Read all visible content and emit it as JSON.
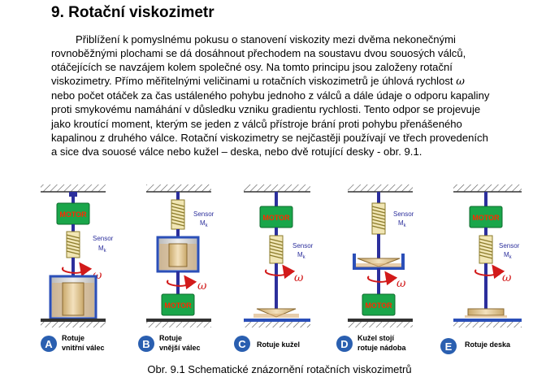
{
  "document": {
    "title": "9. Rotační viskozimetr",
    "paragraph_lines": [
      "Přiblížení k pomyslnému pokusu o stanovení viskozity mezi dvěma nekonečnými",
      "rovnoběžnými plochami se dá dosáhnout přechodem na soustavu dvou souosých válců,",
      "otáčejících se navzájem kolem společné osy. Na tomto principu jsou založeny rotační",
      "viskozimetry. Přímo měřitelnými veličinami u rotačních viskozimetrů je úhlová rychlost",
      "nebo počet otáček za čas ustáleného pohybu jednoho z válců a dále údaje o odporu kapaliny",
      "proti smykovému namáhání v důsledku vzniku gradientu rychlosti. Tento odpor se projevuje",
      "jako kroutící moment, kterým se jeden z válců přístroje brání proti pohybu přenášeného",
      "kapalinou z druhého válce. Rotační viskozimetry se nejčastěji používají ve třech provedeních",
      "a sice  dva souosé válce nebo  kužel – deska, nebo dvě rotující desky - obr. 9.1."
    ],
    "omega_symbol": "ω"
  },
  "figure": {
    "motor_label": "MOTOR",
    "sensor_label": "Sensor",
    "moment_label": "M",
    "moment_subscript": "k",
    "omega_symbol": "ω",
    "panels": [
      {
        "letter": "A",
        "caption_lines": [
          "Rotuje",
          "vnitřní válec"
        ]
      },
      {
        "letter": "B",
        "caption_lines": [
          "Rotuje",
          "vnější válec"
        ]
      },
      {
        "letter": "C",
        "caption_lines": [
          "Rotuje kužel"
        ]
      },
      {
        "letter": "D",
        "caption_lines": [
          "Kužel stojí",
          "rotuje nádoba"
        ]
      },
      {
        "letter": "E",
        "caption_lines": [
          "Rotuje deska"
        ]
      }
    ],
    "caption": "Obr. 9.1 Schematické znázornění rotačních viskozimetrů"
  },
  "colors": {
    "motor_fill": "#1aa64a",
    "motor_text": "#ff2a00",
    "shaft": "#2c2f9c",
    "arrow": "#d21a1a",
    "letter_circle": "#2a5fb0",
    "container": "#2b4fb8",
    "liquid": "#d7ae74",
    "spring_fill": "#f1e6b4",
    "spring_stroke": "#8a7a2a"
  }
}
